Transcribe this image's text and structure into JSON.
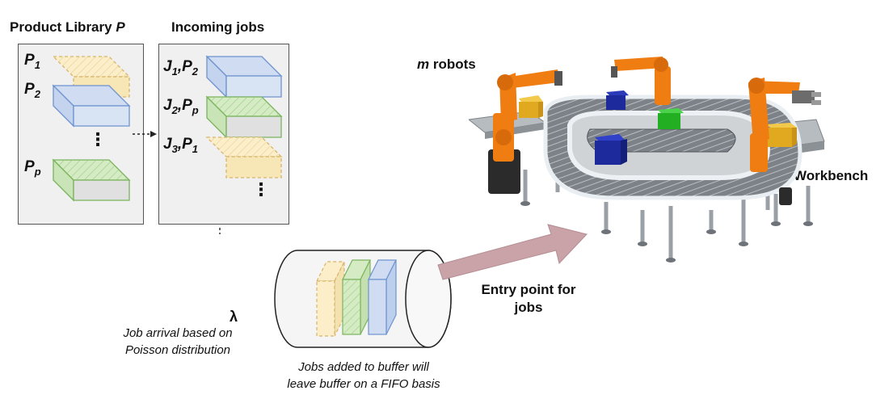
{
  "library": {
    "title_text": "Product Library ",
    "title_var": "P",
    "items": [
      {
        "main": "P",
        "sub": "1",
        "fill": "#fbeec8",
        "stroke": "#d8b46a",
        "dashed": true
      },
      {
        "main": "P",
        "sub": "2",
        "fill": "#cfdcf1",
        "stroke": "#6e93cf",
        "dashed": false
      },
      {
        "main": "P",
        "sub": "p",
        "fill": "#d4ebc4",
        "stroke": "#7ab35e",
        "dashed": false
      }
    ],
    "ellipsis": "⋮"
  },
  "jobs": {
    "title": "Incoming jobs",
    "items": [
      {
        "main": "J",
        "sub": "1",
        "suffix_main": ",P",
        "suffix_sub": "2"
      },
      {
        "main": "J",
        "sub": "2",
        "suffix_main": ",P",
        "suffix_sub": "p"
      },
      {
        "main": "J",
        "sub": "3",
        "suffix_main": ",P",
        "suffix_sub": "1"
      }
    ],
    "ellipsis": "⋮"
  },
  "arrival": {
    "lambda": "λ",
    "caption_line1": "Job arrival based on",
    "caption_line2": "Poisson distribution"
  },
  "buffer": {
    "caption_line1": "Jobs added to buffer will",
    "caption_line2": "leave buffer on a FIFO basis"
  },
  "entry": {
    "line1": "Entry point for",
    "line2": "jobs",
    "arrow_color": "#c9a3a8"
  },
  "robots": {
    "var": "m",
    "text": " robots"
  },
  "workbench": {
    "label": "Workbench"
  },
  "colors": {
    "yellow_fill": "#fbeec8",
    "yellow_stroke": "#d8b46a",
    "blue_fill": "#cfdcf1",
    "blue_stroke": "#6e93cf",
    "green_fill": "#d4ebc4",
    "green_stroke": "#7ab35e",
    "robot_orange": "#f07d12"
  }
}
